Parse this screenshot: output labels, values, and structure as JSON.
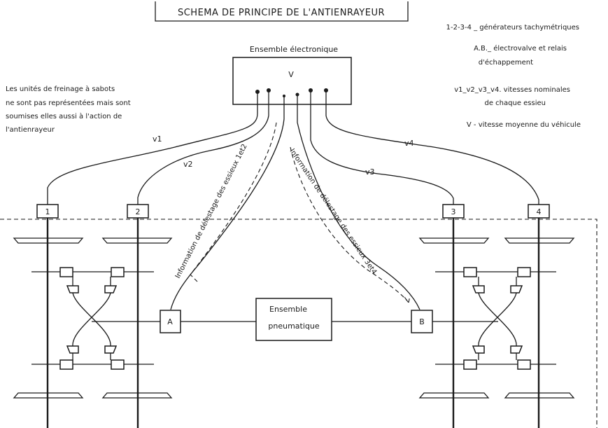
{
  "title": "SCHEMA DE PRINCIPE DE L'ANTIENRAYEUR",
  "electronic_unit": {
    "caption": "Ensemble électronique",
    "symbol": "V"
  },
  "pneumatic_unit": {
    "line1": "Ensemble",
    "line2": "pneumatique"
  },
  "valves": {
    "a": "A",
    "b": "B"
  },
  "generators": {
    "g1": "1",
    "g2": "2",
    "g3": "3",
    "g4": "4"
  },
  "speeds": {
    "v1": "v1",
    "v2": "v2",
    "v3": "v3",
    "v4": "v4"
  },
  "info_left": "Information de délestage des essieux 1et2",
  "info_right": "Information de délestage des essieux 3et4",
  "note_left": [
    "Les unités de freinage à sabots",
    "ne sont pas représentées mais sont",
    "soumises elles aussi à l'action de",
    "l'antienrayeur"
  ],
  "legend": {
    "l1": "1-2-3-4 _ générateurs tachymétriques",
    "l2a": "A.B._ électrovalve et relais",
    "l2b": "d'échappement",
    "l3a": "v1_v2_v3_v4. vitesses nominales",
    "l3b": "de chaque essieu",
    "l4": "V - vitesse moyenne du véhicule"
  }
}
